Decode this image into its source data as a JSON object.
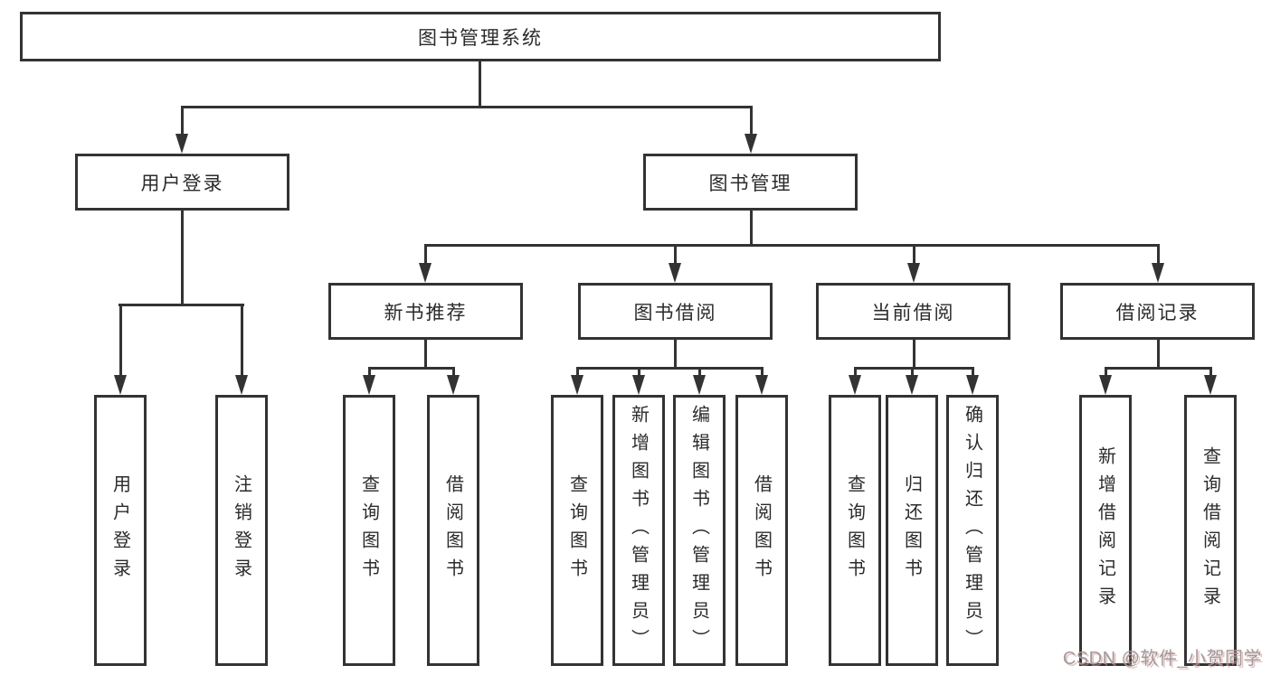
{
  "diagram": {
    "type": "hierarchy-tree",
    "tree": {
      "label": "图书管理系统",
      "children": [
        {
          "label": "用户登录",
          "children": [
            {
              "label": "用户登录"
            },
            {
              "label": "注销登录"
            }
          ]
        },
        {
          "label": "图书管理",
          "children": [
            {
              "label": "新书推荐",
              "children": [
                {
                  "label": "查询图书"
                },
                {
                  "label": "借阅图书"
                }
              ]
            },
            {
              "label": "图书借阅",
              "children": [
                {
                  "label": "查询图书"
                },
                {
                  "label": "新增图书（管理员）"
                },
                {
                  "label": "编辑图书（管理员）"
                },
                {
                  "label": "借阅图书"
                }
              ]
            },
            {
              "label": "当前借阅",
              "children": [
                {
                  "label": "查询图书"
                },
                {
                  "label": "归还图书"
                },
                {
                  "label": "确认归还（管理员）"
                }
              ]
            },
            {
              "label": "借阅记录",
              "children": [
                {
                  "label": "新增借阅记录"
                },
                {
                  "label": "查询借阅记录"
                }
              ]
            }
          ]
        }
      ]
    }
  },
  "watermark": {
    "text": "CSDN @软件_小贺同学"
  },
  "colors": {
    "background": "#ffffff",
    "line": "#333333",
    "text": "#2b2b2b",
    "watermark_gray": "#9c9c9c",
    "watermark_shadow_red": "#e08f8f"
  }
}
